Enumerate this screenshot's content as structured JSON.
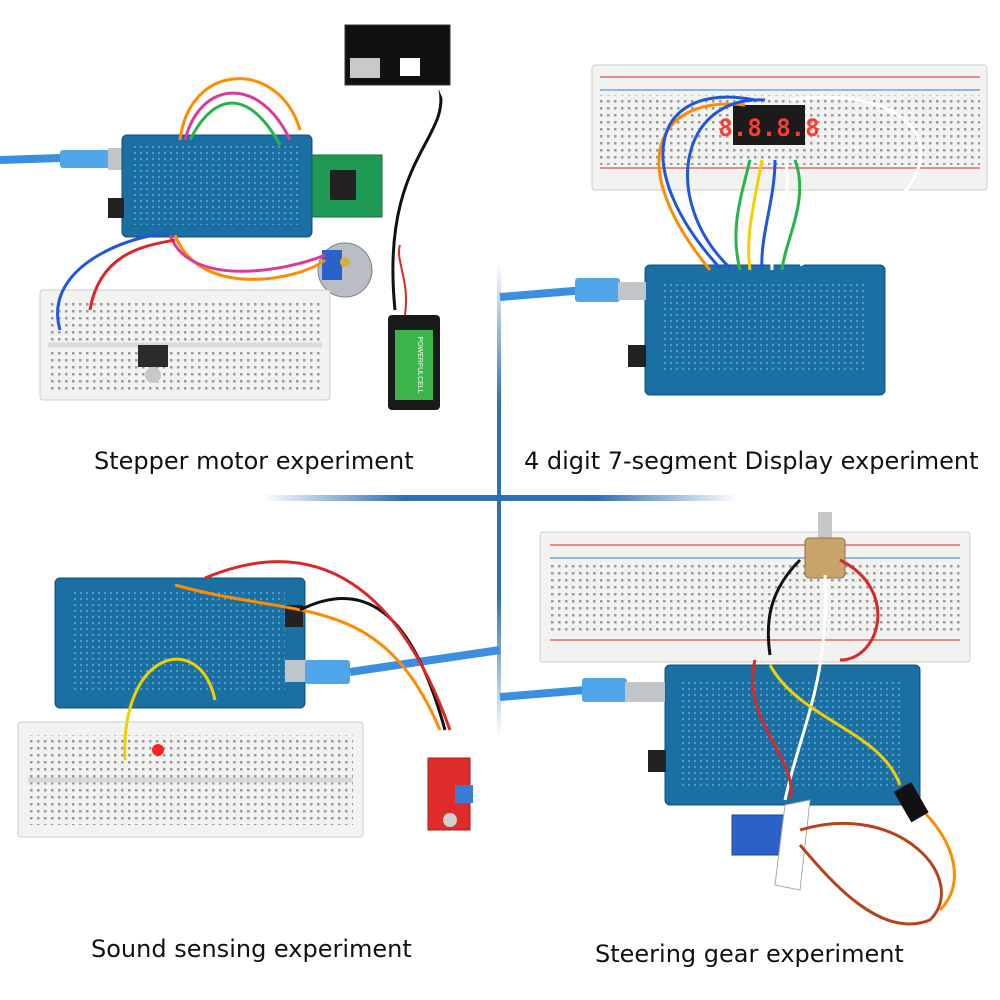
{
  "panels": {
    "top_left": {
      "caption": "Stepper motor experiment"
    },
    "top_right": {
      "caption": "4 digit 7-segment Display experiment",
      "display_text": "8.8.8.8"
    },
    "bottom_left": {
      "caption": "Sound sensing experiment"
    },
    "bottom_right": {
      "caption": "Steering gear experiment"
    }
  },
  "battery_label": "POWERFULCELL",
  "colors": {
    "board": "#1a6fa3",
    "breadboard": "#f2f2f0",
    "usb_cable": "#3b8ee0",
    "divider": "#2f6fb3",
    "segment": "#ff3b2f"
  }
}
